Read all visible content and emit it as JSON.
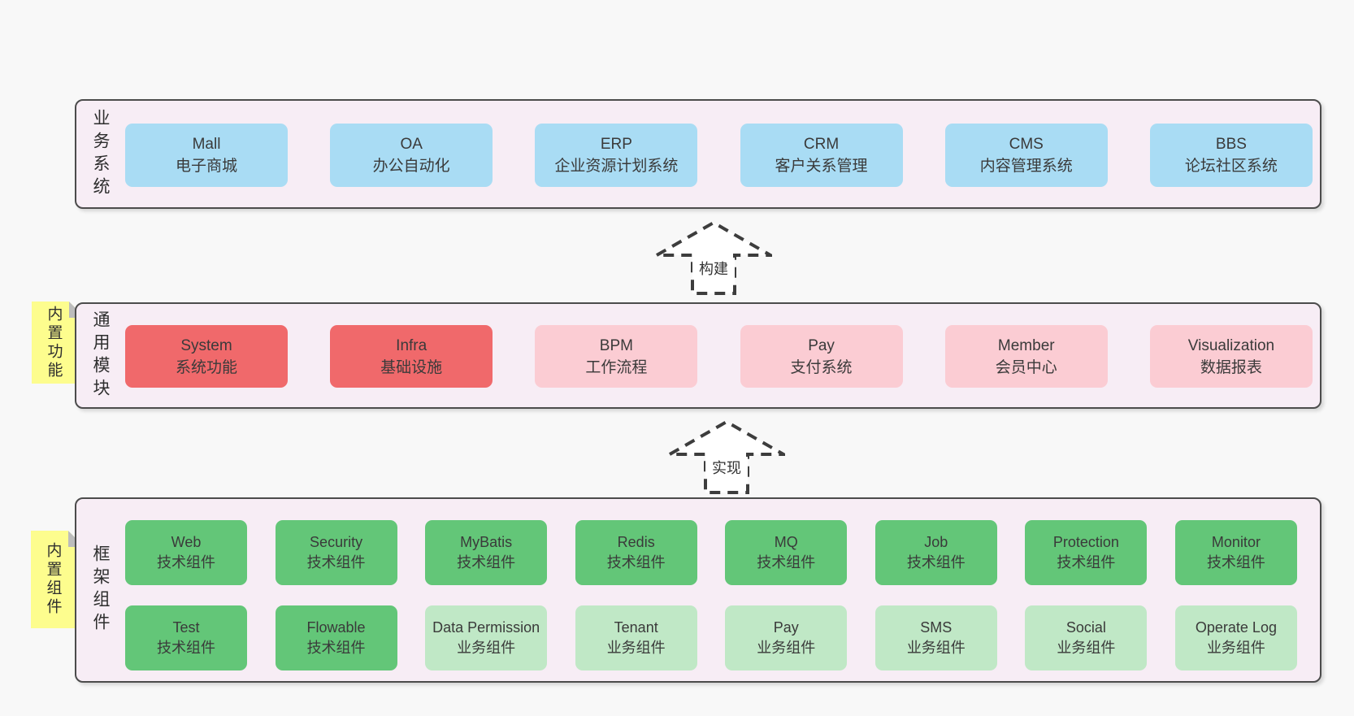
{
  "page": {
    "background": "#f8f8f8"
  },
  "palette": {
    "band_background": "#f7edf5",
    "band_border": "#4c4c4c",
    "blue_box": "#a9dcf4",
    "red_box": "#f0696b",
    "pink_box": "#fbccd3",
    "green_box": "#63c678",
    "light_green_box": "#c0e8c6",
    "note_yellow": "#fdfd8e",
    "note_fold_gray": "#bcbcbc",
    "text": "#3a3a3a"
  },
  "arrows": [
    {
      "label": "构建"
    },
    {
      "label": "实现"
    }
  ],
  "bands": [
    {
      "label": "业务系统",
      "boxes": [
        {
          "title": "Mall",
          "subtitle": "电子商城",
          "variant": "blue"
        },
        {
          "title": "OA",
          "subtitle": "办公自动化",
          "variant": "blue"
        },
        {
          "title": "ERP",
          "subtitle": "企业资源计划系统",
          "variant": "blue"
        },
        {
          "title": "CRM",
          "subtitle": "客户关系管理",
          "variant": "blue"
        },
        {
          "title": "CMS",
          "subtitle": "内容管理系统",
          "variant": "blue"
        },
        {
          "title": "BBS",
          "subtitle": "论坛社区系统",
          "variant": "blue"
        }
      ]
    },
    {
      "label": "通用模块",
      "note": "内置功能",
      "boxes": [
        {
          "title": "System",
          "subtitle": "系统功能",
          "variant": "red"
        },
        {
          "title": "Infra",
          "subtitle": "基础设施",
          "variant": "red"
        },
        {
          "title": "BPM",
          "subtitle": "工作流程",
          "variant": "pink"
        },
        {
          "title": "Pay",
          "subtitle": "支付系统",
          "variant": "pink"
        },
        {
          "title": "Member",
          "subtitle": "会员中心",
          "variant": "pink"
        },
        {
          "title": "Visualization",
          "subtitle": "数据报表",
          "variant": "pink"
        }
      ]
    },
    {
      "label": "框架组件",
      "note": "内置组件",
      "rows": [
        [
          {
            "title": "Web",
            "subtitle": "技术组件",
            "variant": "green"
          },
          {
            "title": "Security",
            "subtitle": "技术组件",
            "variant": "green"
          },
          {
            "title": "MyBatis",
            "subtitle": "技术组件",
            "variant": "green"
          },
          {
            "title": "Redis",
            "subtitle": "技术组件",
            "variant": "green"
          },
          {
            "title": "MQ",
            "subtitle": "技术组件",
            "variant": "green"
          },
          {
            "title": "Job",
            "subtitle": "技术组件",
            "variant": "green"
          },
          {
            "title": "Protection",
            "subtitle": "技术组件",
            "variant": "green"
          },
          {
            "title": "Monitor",
            "subtitle": "技术组件",
            "variant": "green"
          }
        ],
        [
          {
            "title": "Test",
            "subtitle": "技术组件",
            "variant": "green"
          },
          {
            "title": "Flowable",
            "subtitle": "技术组件",
            "variant": "green"
          },
          {
            "title": "Data Permission",
            "subtitle": "业务组件",
            "variant": "green-light"
          },
          {
            "title": "Tenant",
            "subtitle": "业务组件",
            "variant": "green-light"
          },
          {
            "title": "Pay",
            "subtitle": "业务组件",
            "variant": "green-light"
          },
          {
            "title": "SMS",
            "subtitle": "业务组件",
            "variant": "green-light"
          },
          {
            "title": "Social",
            "subtitle": "业务组件",
            "variant": "green-light"
          },
          {
            "title": "Operate Log",
            "subtitle": "业务组件",
            "variant": "green-light"
          }
        ]
      ]
    }
  ]
}
